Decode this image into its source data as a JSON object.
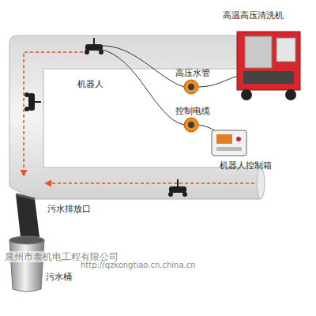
{
  "diagram": {
    "labels": [
      "高温高压清洗机",
      "高压水管",
      "机器人",
      "控制电缆",
      "机器人控制箱",
      "污水排放口",
      "污水桶",
      "泉州市泰机电工程有限公司",
      "http://qzkongtiao.cn.china.cn"
    ]
  }
}
